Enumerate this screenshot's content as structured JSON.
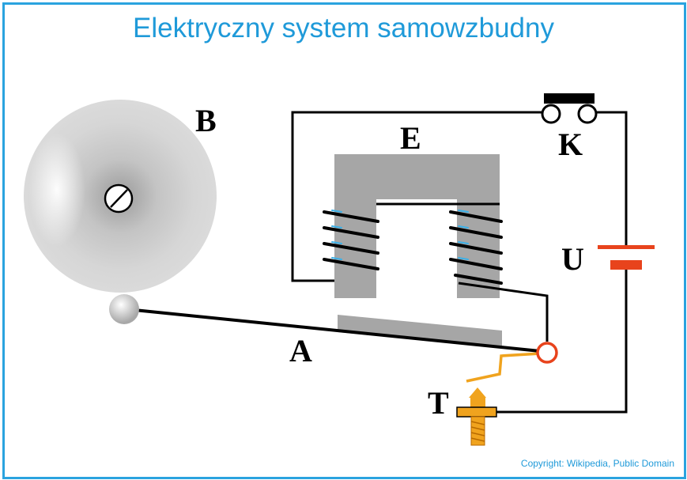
{
  "title": "Elektryczny system samowzbudny",
  "copyright": "Copyright: Wikipedia, Public Domain",
  "labels": {
    "bell": "B",
    "electromagnet": "E",
    "key": "K",
    "battery": "U",
    "armature": "A",
    "contact_screw": "T"
  },
  "colors": {
    "frame": "#2aa3df",
    "title": "#1f9ad9",
    "core": "#a6a6a6",
    "battery": "#e8431c",
    "pivot": "#e8431c",
    "screw": "#f0a31e",
    "wire": "#000000"
  }
}
